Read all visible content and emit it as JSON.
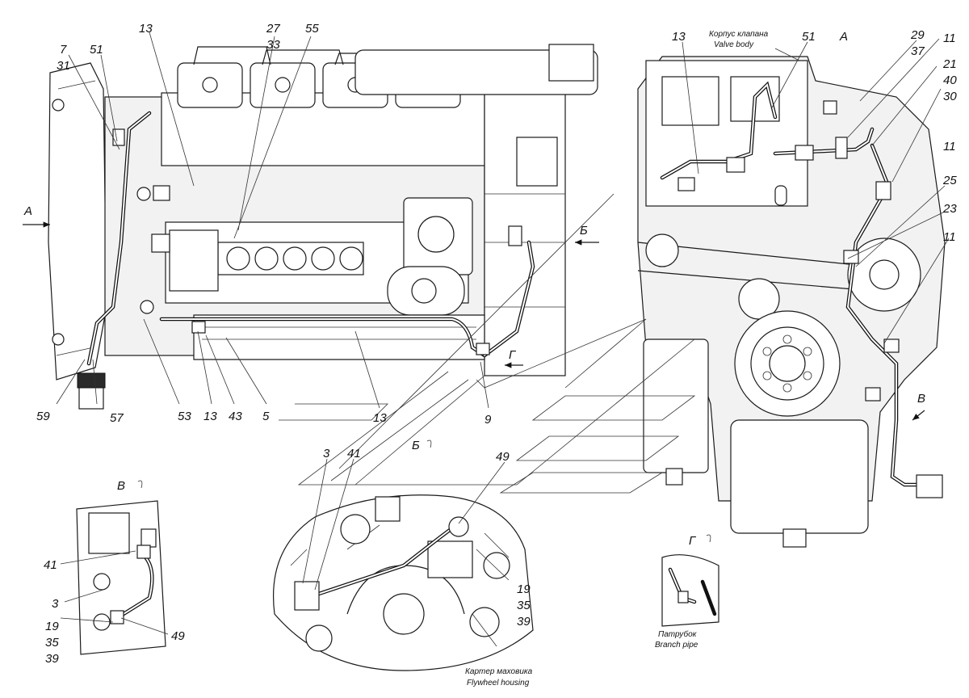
{
  "callouts": {
    "l7": "7",
    "l31": "31",
    "l51a": "51",
    "l13a": "13",
    "l27": "27",
    "l33": "33",
    "l55": "55",
    "l59": "59",
    "l57": "57",
    "l53": "53",
    "l13b": "13",
    "l43": "43",
    "l5": "5",
    "l13c": "13",
    "l9": "9",
    "l13d": "13",
    "l51b": "51",
    "l29": "29",
    "l37": "37",
    "l11a": "11",
    "l21": "21",
    "l40": "40",
    "l30": "30",
    "l11b": "11",
    "l25": "25",
    "l23": "23",
    "l11c": "11",
    "l3a": "3",
    "l41a": "41",
    "l49a": "49",
    "l19a": "19",
    "l35a": "35",
    "l39a": "39",
    "l41b": "41",
    "l3b": "3",
    "l19b": "19",
    "l35b": "35",
    "l39b": "39",
    "l49b": "49"
  },
  "views": {
    "a_left": "А",
    "a_right": "А",
    "b_arrow": "Б",
    "v_arrow": "В",
    "g_arrow": "Г",
    "b_view": "Б",
    "v_view": "В",
    "g_view": "Г"
  },
  "captions": {
    "valve_ru": "Корпус клапана",
    "valve_en": "Valve body",
    "flywheel_ru": "Картер маховика",
    "flywheel_en": "Flywheel housing",
    "branch_ru": "Патрубок",
    "branch_en": "Branch pipe"
  }
}
